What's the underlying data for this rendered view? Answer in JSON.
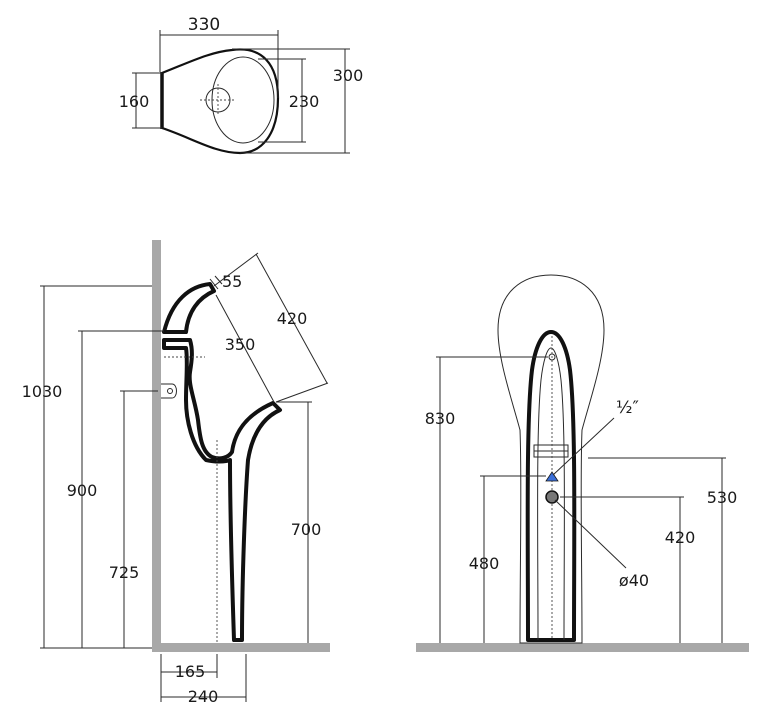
{
  "top_view": {
    "width": "330",
    "depth": "300",
    "back_width": "160",
    "bowl": "230"
  },
  "side_view": {
    "overall_height": "1030",
    "rim_height": "900",
    "fixing_height": "725",
    "spout_height": "700",
    "lip": "55",
    "outer": "420",
    "inner": "350",
    "projection_inner": "165",
    "projection_outer": "240"
  },
  "front_view": {
    "height_830": "830",
    "supply": "½″",
    "supply_height": "480",
    "outlet_height_530": "530",
    "waste_height": "420",
    "waste_diameter": "ø40"
  },
  "colors": {
    "wall": "#a8a8a8",
    "supply_marker": "#3b6fd8"
  }
}
